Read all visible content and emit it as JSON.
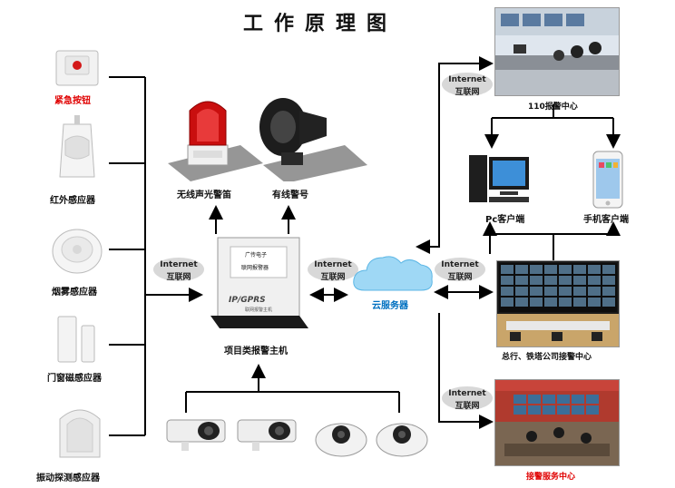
{
  "title": "工作原理图",
  "sensors": [
    {
      "label": "紧急按钮",
      "color": "#e00000"
    },
    {
      "label": "红外感应器",
      "color": "#111111"
    },
    {
      "label": "烟雾感应器",
      "color": "#111111"
    },
    {
      "label": "门窗磁感应器",
      "color": "#111111"
    },
    {
      "label": "振动探测感应器",
      "color": "#111111"
    }
  ],
  "alarms": {
    "strobe_label": "无线声光警笛",
    "horn_label": "有线警号"
  },
  "host": {
    "label": "项目类报警主机",
    "panel_line1": "广传电子",
    "panel_line2": "联网报警器",
    "brand_text": "IP/GPRS",
    "subtitle": "联网报警主机"
  },
  "internet": {
    "line1": "Internet",
    "line2": "互联网"
  },
  "cloud": {
    "label": "云服务器",
    "color": "#0070c0"
  },
  "centers": {
    "police_label": "110报警中心",
    "pc_label": "Pc客户端",
    "mobile_label": "手机客户端",
    "hq_label": "总行、铁塔公司接警中心",
    "service_label": "接警服务中心",
    "service_color": "#e00000"
  },
  "colors": {
    "line": "#000000",
    "cloud_fill": "#9fd8f5",
    "internet_cloud": "#d8d8d8"
  }
}
